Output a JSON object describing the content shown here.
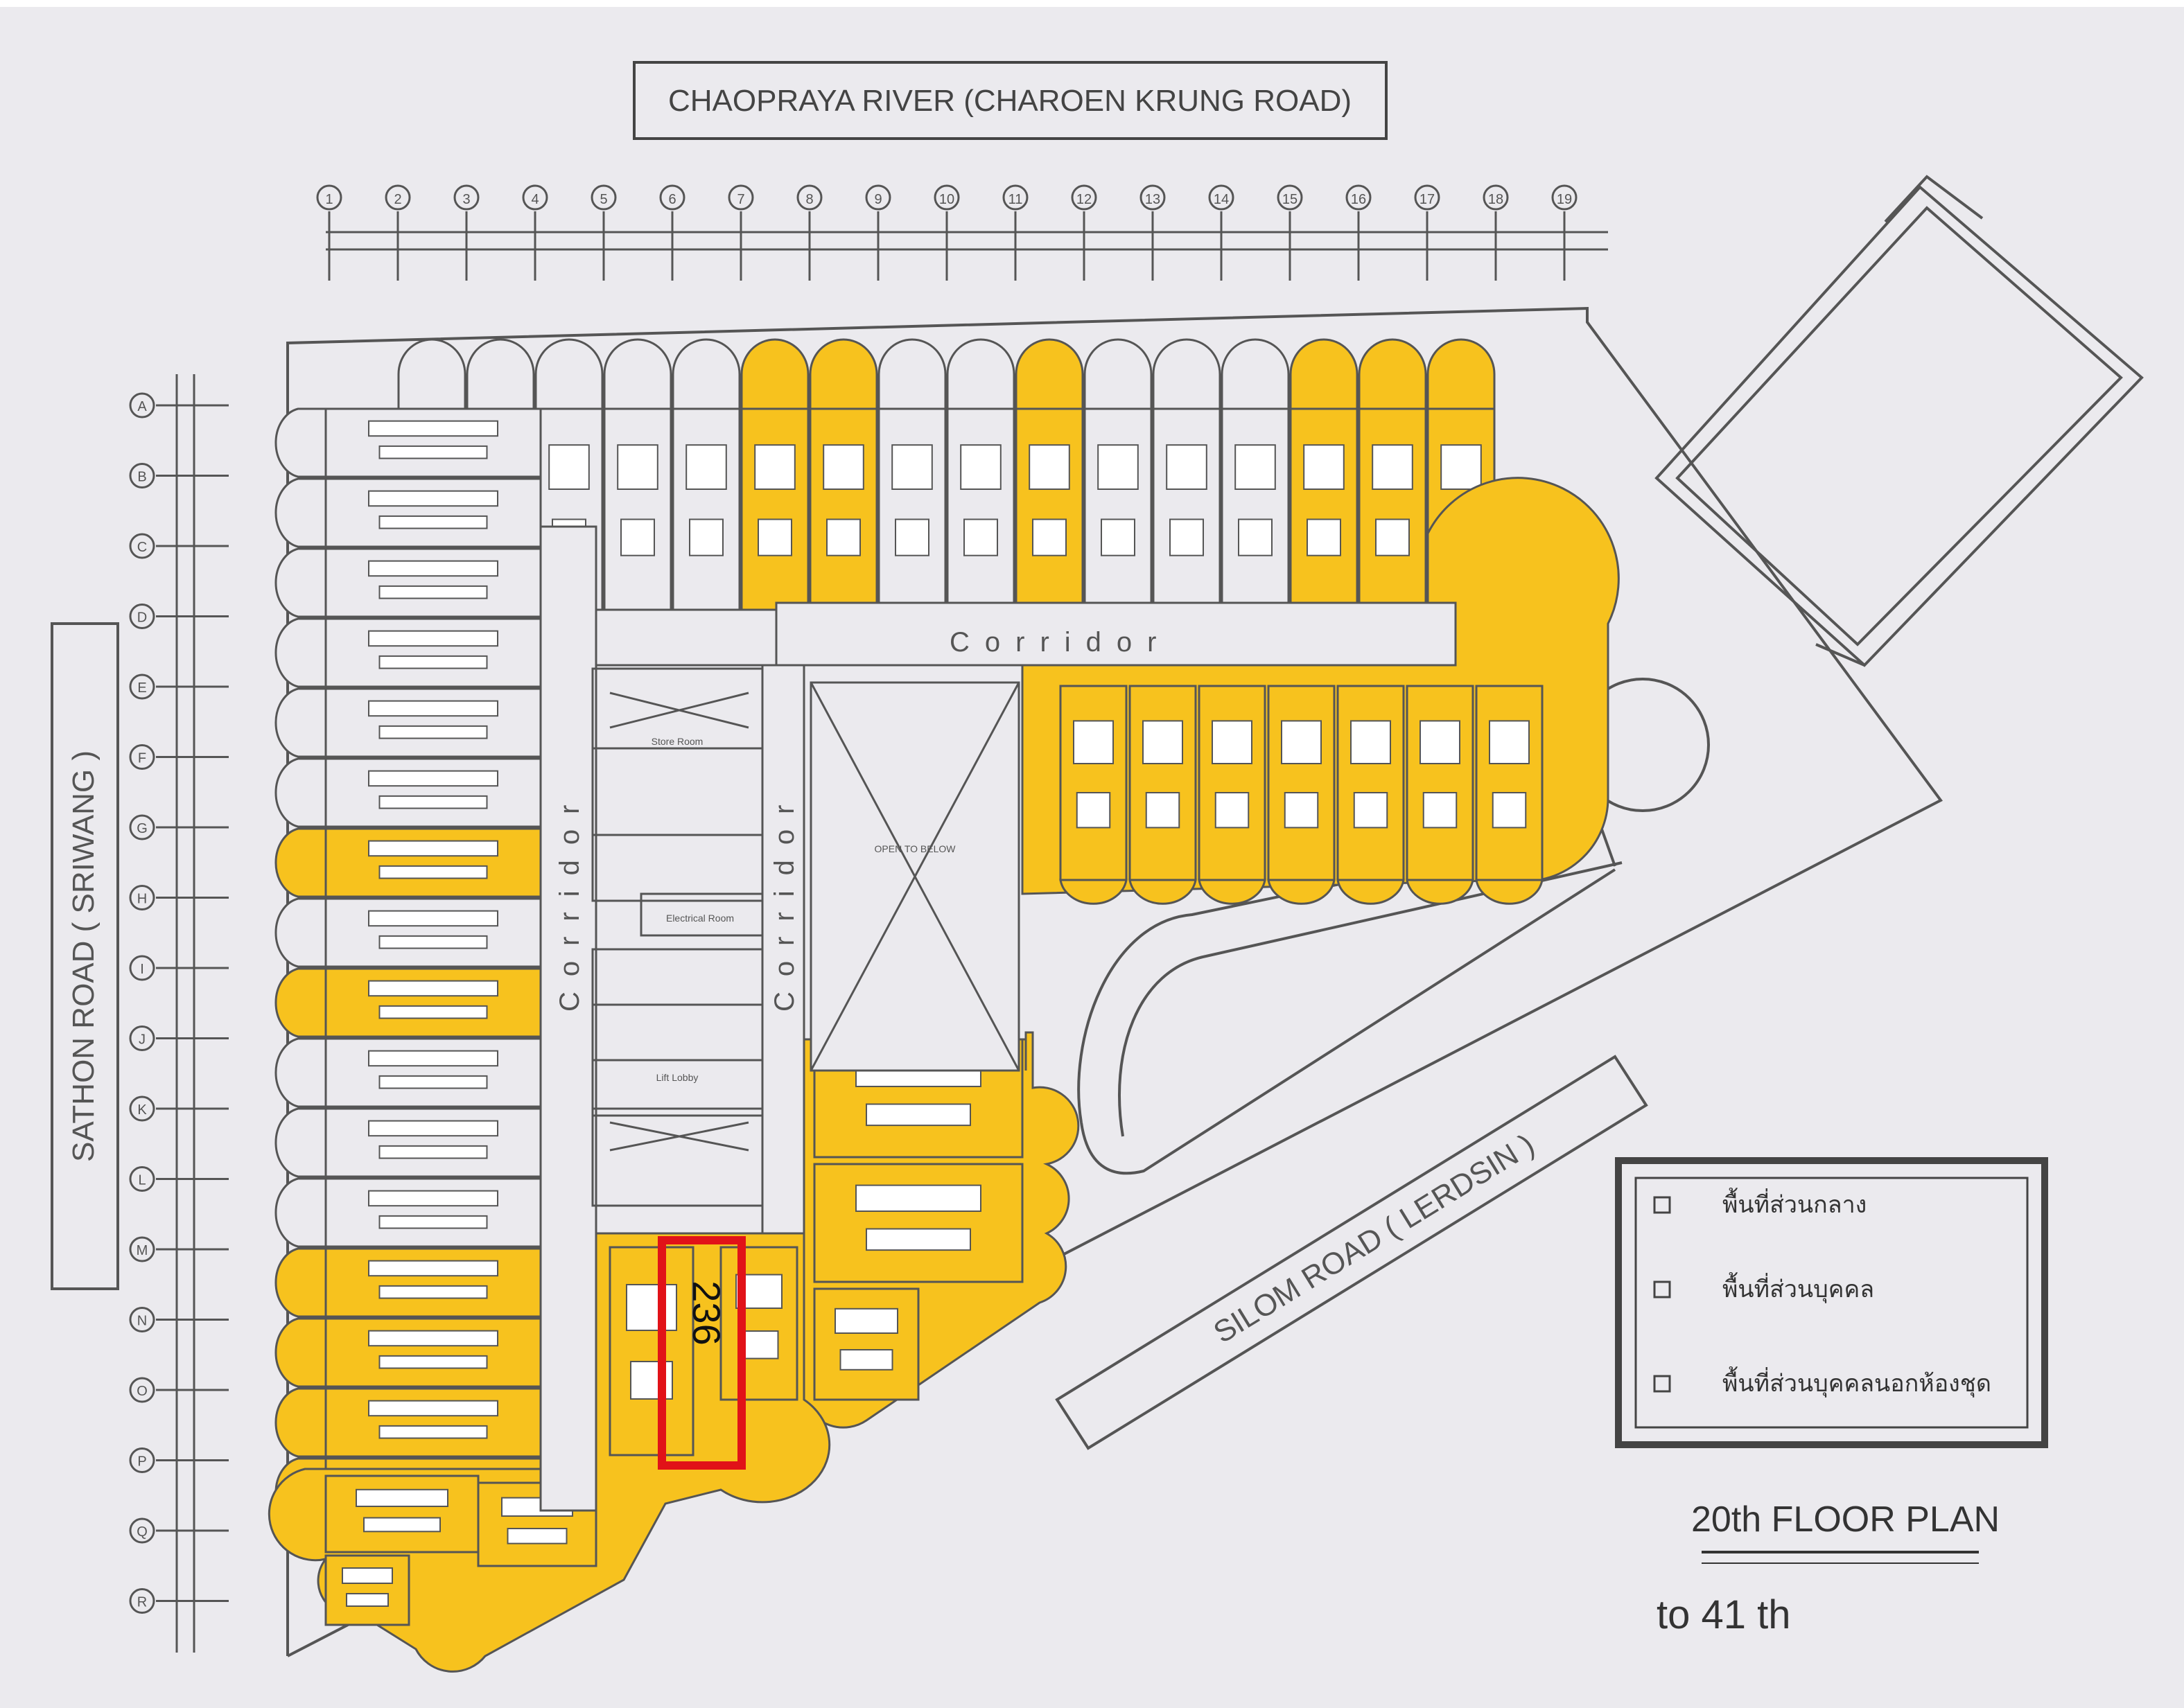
{
  "header": {
    "river_label": "CHAOPRAYA RIVER (CHAROEN KRUNG ROAD)"
  },
  "roads": {
    "west": "SATHON ROAD ( SRIWANG )",
    "southeast": "SILOM ROAD ( LERDSIN )"
  },
  "grid": {
    "columns": [
      "1",
      "2",
      "3",
      "4",
      "5",
      "6",
      "7",
      "8",
      "9",
      "10",
      "11",
      "12",
      "13",
      "14",
      "15",
      "16",
      "17",
      "18",
      "19"
    ],
    "rows": [
      "A",
      "B",
      "C",
      "D",
      "E",
      "F",
      "G",
      "H",
      "I",
      "J",
      "K",
      "L",
      "M",
      "N",
      "O",
      "P",
      "Q",
      "R"
    ]
  },
  "corridors": {
    "top": "Corridor",
    "left": "Corridor",
    "center": "Corridor"
  },
  "core": {
    "store_room": "Store Room",
    "lift_lobby": "Lift Lobby",
    "service": "Electrical Room",
    "open_below": "OPEN TO BELOW"
  },
  "highlight": {
    "unit_number": "236",
    "color": "#e11218"
  },
  "legend": {
    "items": [
      {
        "label": "พื้นที่ส่วนกลาง"
      },
      {
        "label": "พื้นที่ส่วนบุคคล"
      },
      {
        "label": "พื้นที่ส่วนบุคคลนอกห้องชุด"
      }
    ]
  },
  "title": {
    "plan": "20th FLOOR PLAN",
    "floors": "to 41 th"
  },
  "colors": {
    "background": "#ebeaee",
    "unit_fill": "#f7c21e",
    "line": "#4a4a4a",
    "highlight": "#e11218"
  }
}
